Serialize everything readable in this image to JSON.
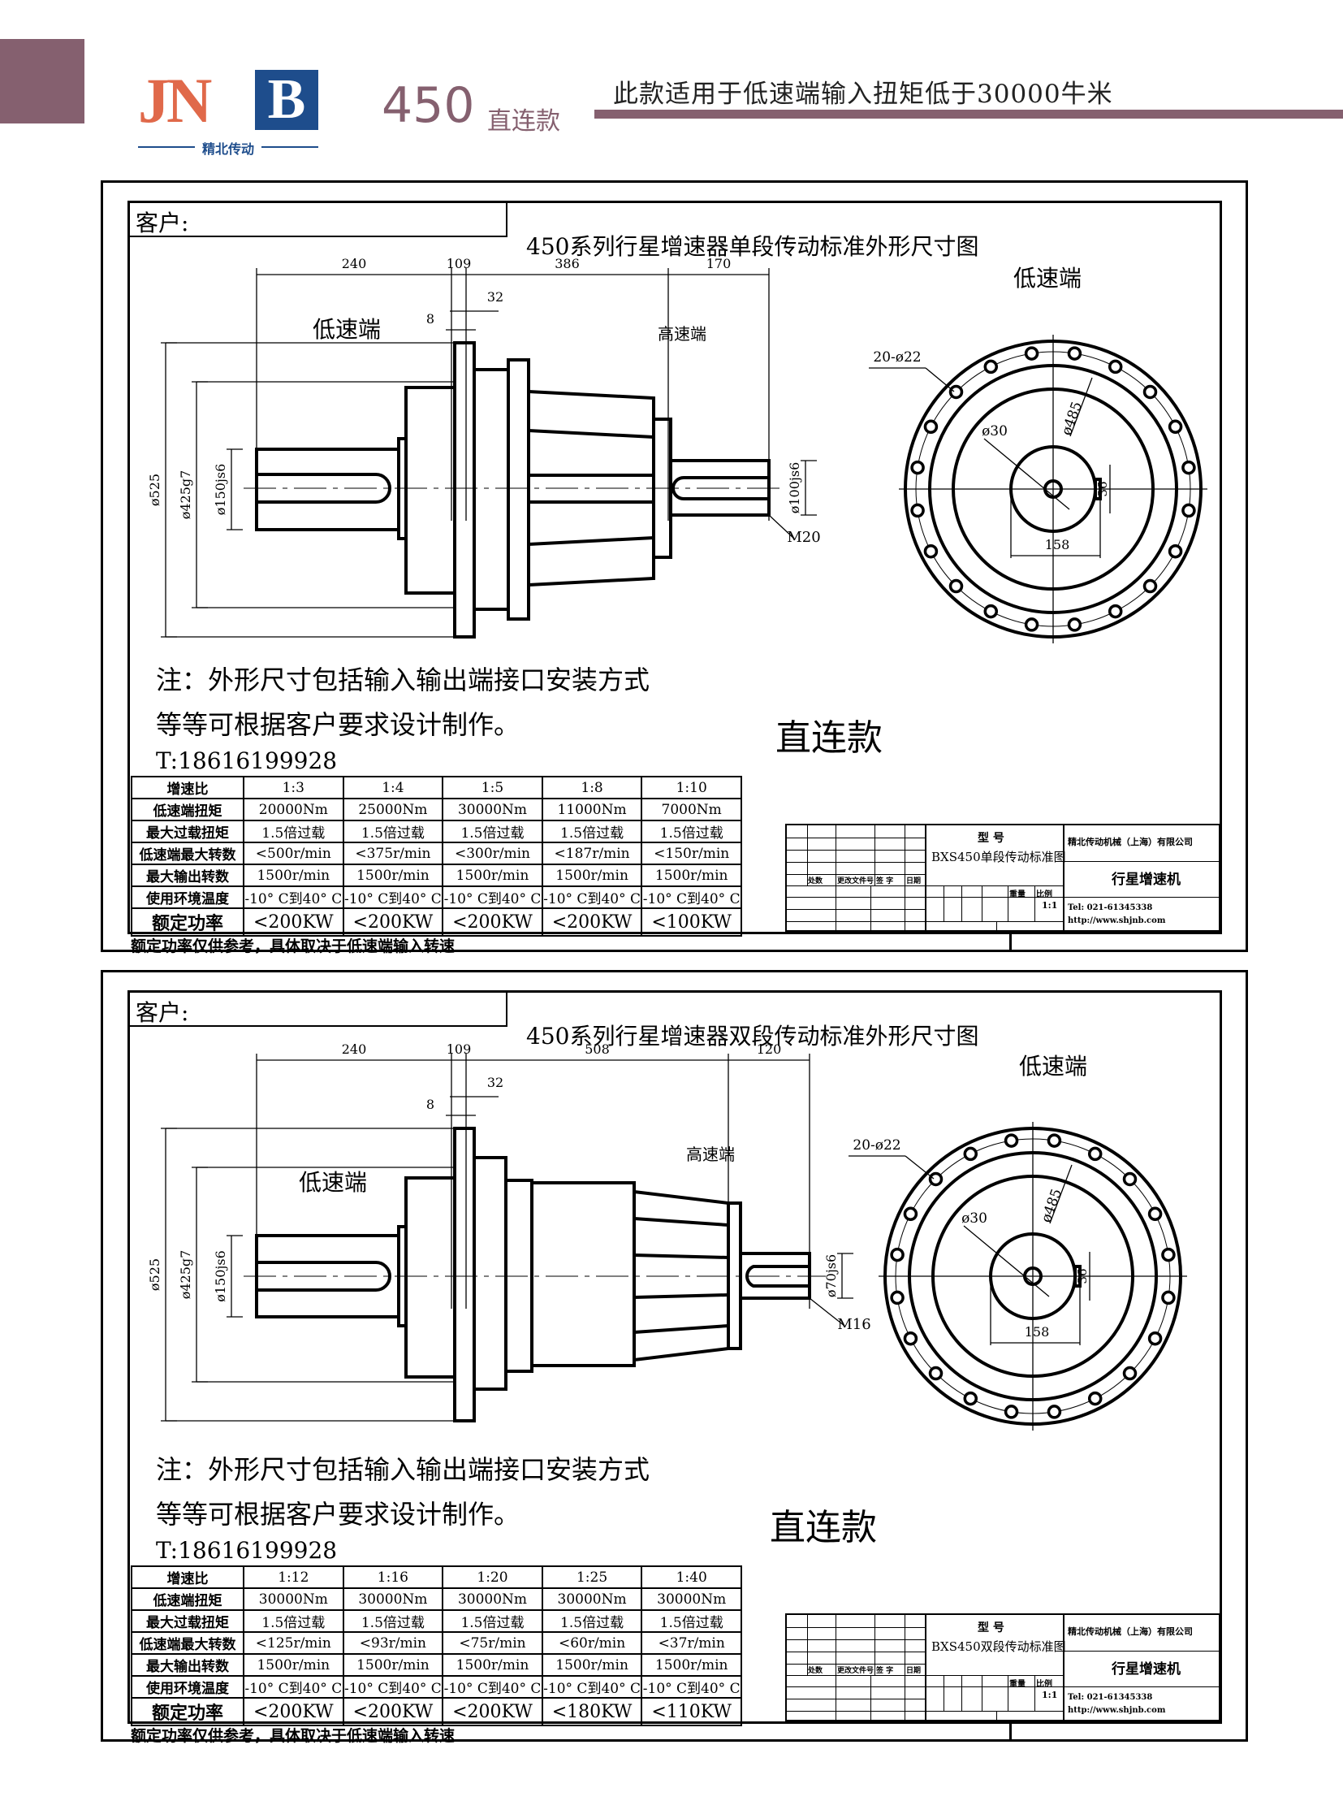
{
  "header": {
    "logo_text": "JNB",
    "logo_sub": "精北传动",
    "model_number": "450",
    "model_type": "直连款",
    "tagline": "此款适用于低速端输入扭矩低于30000牛米",
    "accent_color": "#85606f"
  },
  "panels": [
    {
      "customer_label": "客户:",
      "title": "450系列行星增速器单段传动标准外形尺寸图",
      "labels": {
        "low": "低速端",
        "high": "高速端",
        "low_view": "低速端"
      },
      "dims": {
        "a": "240",
        "b": "109",
        "c": "386",
        "d": "170",
        "e": "32",
        "f": "8",
        "d525": "ø525",
        "d425": "ø425g7",
        "d150": "ø150js6",
        "dout": "ø100js6",
        "thread": "M20",
        "bolt": "20-ø22",
        "d485": "ø485",
        "d30": "ø30",
        "w158": "158",
        "h36": "36"
      },
      "notes": [
        "注：外形尺寸包括输入输出端接口安装方式",
        "等等可根据客户要求设计制作。"
      ],
      "phone": "T:18616199928",
      "type_label": "直连款",
      "table": [
        [
          "增速比",
          "1:3",
          "1:4",
          "1:5",
          "1:8",
          "1:10"
        ],
        [
          "低速端扭矩",
          "20000Nm",
          "25000Nm",
          "30000Nm",
          "11000Nm",
          "7000Nm"
        ],
        [
          "最大过载扭矩",
          "1.5倍过载",
          "1.5倍过载",
          "1.5倍过载",
          "1.5倍过载",
          "1.5倍过载"
        ],
        [
          "低速端最大转数",
          "<500r/min",
          "<375r/min",
          "<300r/min",
          "<187r/min",
          "<150r/min"
        ],
        [
          "最大输出转数",
          "1500r/min",
          "1500r/min",
          "1500r/min",
          "1500r/min",
          "1500r/min"
        ],
        [
          "使用环境温度",
          "-10° C到40° C",
          "-10° C到40° C",
          "-10° C到40° C",
          "-10° C到40° C",
          "-10° C到40° C"
        ],
        [
          "额定功率",
          "<200KW",
          "<200KW",
          "<200KW",
          "<200KW",
          "<100KW"
        ]
      ],
      "footnote": "额定功率仅供参考，具体取决于低速端输入转速",
      "title_block": {
        "rev_headers": [
          "处数",
          "更改文件号",
          "签 字",
          "日期"
        ],
        "model_label": "型  号",
        "drawing_name": "BXS450单段传动标准图",
        "weight_label": "重量",
        "scale_label": "比例",
        "scale": "1:1",
        "company": "精北传动机械（上海）有限公司",
        "product": "行星增速机",
        "tel": "Tel: 021-61345338",
        "url": "http://www.shjnb.com"
      }
    },
    {
      "customer_label": "客户:",
      "title": "450系列行星增速器双段传动标准外形尺寸图",
      "labels": {
        "low": "低速端",
        "high": "高速端",
        "low_view": "低速端"
      },
      "dims": {
        "a": "240",
        "b": "109",
        "c": "508",
        "d": "120",
        "e": "32",
        "f": "8",
        "d525": "ø525",
        "d425": "ø425g7",
        "d150": "ø150js6",
        "dout": "ø70js6",
        "thread": "M16",
        "bolt": "20-ø22",
        "d485": "ø485",
        "d30": "ø30",
        "w158": "158",
        "h36": "36"
      },
      "notes": [
        "注：外形尺寸包括输入输出端接口安装方式",
        "等等可根据客户要求设计制作。"
      ],
      "phone": "T:18616199928",
      "type_label": "直连款",
      "table": [
        [
          "增速比",
          "1:12",
          "1:16",
          "1:20",
          "1:25",
          "1:40"
        ],
        [
          "低速端扭矩",
          "30000Nm",
          "30000Nm",
          "30000Nm",
          "30000Nm",
          "30000Nm"
        ],
        [
          "最大过载扭矩",
          "1.5倍过载",
          "1.5倍过载",
          "1.5倍过载",
          "1.5倍过载",
          "1.5倍过载"
        ],
        [
          "低速端最大转数",
          "<125r/min",
          "<93r/min",
          "<75r/min",
          "<60r/min",
          "<37r/min"
        ],
        [
          "最大输出转数",
          "1500r/min",
          "1500r/min",
          "1500r/min",
          "1500r/min",
          "1500r/min"
        ],
        [
          "使用环境温度",
          "-10° C到40° C",
          "-10° C到40° C",
          "-10° C到40° C",
          "-10° C到40° C",
          "-10° C到40° C"
        ],
        [
          "额定功率",
          "<200KW",
          "<200KW",
          "<200KW",
          "<180KW",
          "<110KW"
        ]
      ],
      "footnote": "额定功率仅供参考，具体取决于低速端输入转速",
      "title_block": {
        "rev_headers": [
          "处数",
          "更改文件号",
          "签 字",
          "日期"
        ],
        "model_label": "型  号",
        "drawing_name": "BXS450双段传动标准图",
        "weight_label": "重量",
        "scale_label": "比例",
        "scale": "1:1",
        "company": "精北传动机械（上海）有限公司",
        "product": "行星增速机",
        "tel": "Tel: 021-61345338",
        "url": "http://www.shjnb.com"
      }
    }
  ]
}
